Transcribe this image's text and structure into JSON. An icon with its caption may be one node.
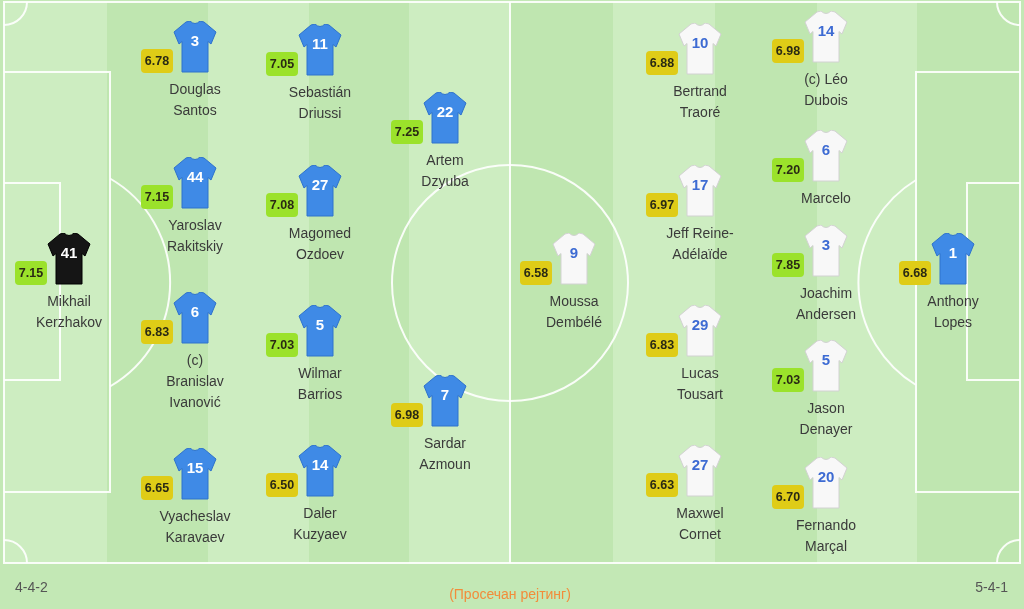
{
  "diagram": {
    "nodes": [
      {
        "text": [
          "7.15"
        ]
      },
      {
        "text": [
          "41"
        ],
        "beside": [
          "Mikhail Kerzhakov"
        ]
      },
      {
        "text": [
          "6.78"
        ]
      },
      {
        "text": [
          "3"
        ],
        "beside": [
          "Douglas Santos"
        ]
      },
      {
        "text": [
          "7.15"
        ]
      },
      {
        "text": [
          "44"
        ],
        "beside": [
          "Yaroslav Rakitskiy"
        ]
      },
      {
        "text": [
          "6.83"
        ]
      },
      {
        "text": [
          "6"
        ],
        "beside": [
          "(c) Branislav Ivanović"
        ]
      },
      {
        "text": [
          "6.65"
        ]
      },
      {
        "text": [
          "15"
        ],
        "beside": [
          "Vyacheslav Karavaev"
        ]
      },
      {
        "text": [
          "7.05"
        ]
      },
      {
        "text": [
          "11"
        ],
        "beside": [
          "Sebastián Driussi"
        ]
      },
      {
        "text": [
          "7.08"
        ]
      },
      {
        "text": [
          "27"
        ],
        "beside": [
          "Magomed Ozdoev"
        ]
      },
      {
        "text": [
          "7.03"
        ]
      },
      {
        "text": [
          "5"
        ],
        "beside": [
          "Wilmar Barrios"
        ]
      },
      {
        "text": [
          "6.50"
        ]
      },
      {
        "text": [
          "14"
        ],
        "beside": [
          "Daler Kuzyaev"
        ]
      },
      {
        "text": [
          "7.25"
        ]
      },
      {
        "text": [
          "22"
        ],
        "beside": [
          "Artem Dzyuba"
        ]
      },
      {
        "text": [
          "6.98"
        ]
      },
      {
        "text": [
          "7"
        ],
        "beside": [
          "Sardar Azmoun"
        ]
      },
      {
        "text": [
          "6.58"
        ]
      },
      {
        "text": [
          "9"
        ],
        "beside": [
          "Moussa Dembélé"
        ]
      },
      {
        "text": [
          "6.88"
        ]
      },
      {
        "text": [
          "10"
        ],
        "beside": [
          "Bertrand Traoré"
        ]
      },
      {
        "text": [
          "6.97"
        ]
      },
      {
        "text": [
          "17"
        ],
        "beside": [
          "Jeff Reine-Adélaïde"
        ]
      },
      {
        "text": [
          "6.83"
        ]
      },
      {
        "text": [
          "29"
        ],
        "beside": [
          "Lucas Tousart"
        ]
      },
      {
        "text": [
          "6.63"
        ]
      },
      {
        "text": [
          "27"
        ],
        "beside": [
          "Maxwel Cornet"
        ]
      },
      {
        "text": [
          "6.98"
        ]
      },
      {
        "text": [
          "14"
        ],
        "beside": [
          "(c) Léo Dubois"
        ]
      },
      {
        "text": [
          "7.20"
        ]
      },
      {
        "text": [
          "6"
        ],
        "beside": [
          "Marcelo"
        ]
      },
      {
        "text": [
          "7.85"
        ]
      },
      {
        "text": [
          "3"
        ],
        "beside": [
          "Joachim Andersen"
        ]
      },
      {
        "text": [
          "7.03"
        ]
      },
      {
        "text": [
          "5"
        ],
        "beside": [
          "Jason Denayer"
        ]
      },
      {
        "text": [
          "6.70"
        ]
      },
      {
        "text": [
          "20"
        ],
        "beside": [
          "Fernando Marçal"
        ]
      },
      {
        "text": [
          "6.68"
        ]
      },
      {
        "text": [
          "1"
        ],
        "beside": [
          "Anthony Lopes"
        ]
      }
    ],
    "labels": [
      "4-4-2",
      "(Просечан рејтинг)",
      "5-4-1"
    ]
  }
}
